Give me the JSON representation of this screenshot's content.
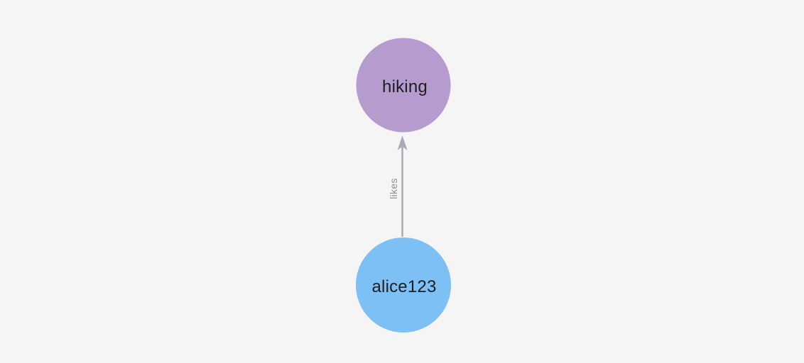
{
  "canvas": {
    "background": "#f5f5f6"
  },
  "graph": {
    "nodes": [
      {
        "id": "hiking",
        "label": "hiking",
        "fill": "#b69cce",
        "label_color": "#1e1e20"
      },
      {
        "id": "alice123",
        "label": "alice123",
        "fill": "#7cc0f5",
        "label_color": "#1e1e20"
      }
    ],
    "edges": [
      {
        "source": "alice123",
        "target": "hiking",
        "label": "likes",
        "directed": true,
        "color": "#a8abb5",
        "label_color": "#8e8e93"
      }
    ]
  }
}
